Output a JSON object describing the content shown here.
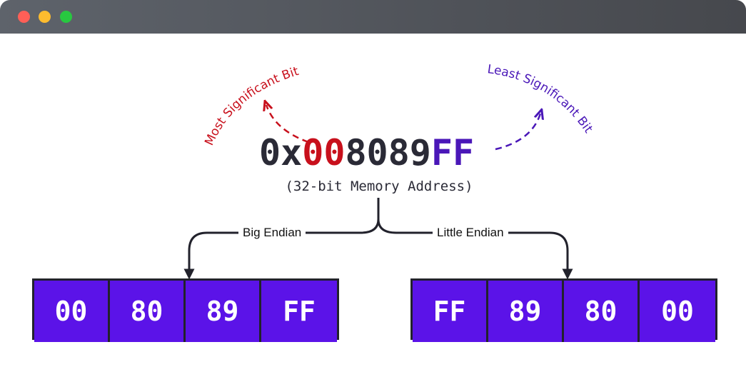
{
  "window": {
    "controls": [
      "close",
      "minimize",
      "maximize"
    ],
    "colors": {
      "close": "#ff5f57",
      "minimize": "#febc2e",
      "maximize": "#28c840"
    }
  },
  "address": {
    "prefix": "0x",
    "msb_byte": "00",
    "middle_bytes": "8089",
    "lsb_byte": "FF",
    "caption": "(32-bit Memory Address)"
  },
  "annotations": {
    "msb_label": "Most Significant Bit",
    "lsb_label": "Least Significant Bit"
  },
  "big_endian": {
    "label": "Big Endian",
    "bytes": [
      "00",
      "80",
      "89",
      "FF"
    ]
  },
  "little_endian": {
    "label": "Little Endian",
    "bytes": [
      "FF",
      "89",
      "80",
      "00"
    ]
  },
  "colors": {
    "msb": "#c8101c",
    "lsb": "#4a17b8",
    "byte_fill": "#5b13e8",
    "ink": "#2a2a36"
  }
}
